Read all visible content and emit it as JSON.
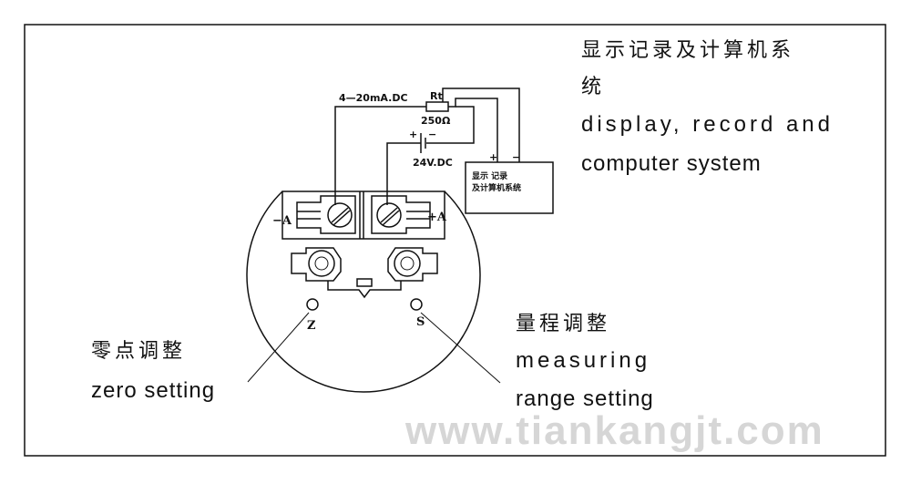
{
  "labels": {
    "system_cn_line1": "显示记录及计算机系",
    "system_cn_line2": "统",
    "system_en_line1": "display, record and",
    "system_en_line2": "computer system",
    "range_cn": "量程调整",
    "range_en_line1": "measuring",
    "range_en_line2": "range setting",
    "zero_cn": "零点调整",
    "zero_en": "zero setting"
  },
  "circuit": {
    "current": "4—20mA.DC",
    "resistor": "Rt",
    "resistance": "250Ω",
    "power": "24V.DC",
    "plus": "+",
    "minus": "−",
    "box_line1": "显示  记录",
    "box_line2": "及计算机系统"
  },
  "terminals": {
    "neg": "−A",
    "pos": "+A",
    "zero": "Z",
    "span": "S"
  },
  "watermark": "www.tiankangjt.com"
}
